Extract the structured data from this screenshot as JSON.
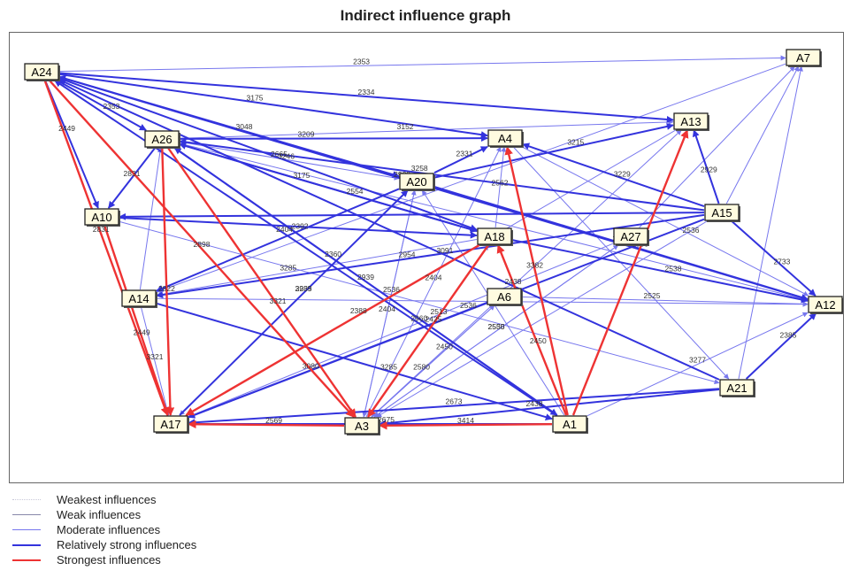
{
  "title": "Indirect influence graph",
  "styles": {
    "weakest": {
      "color": "#c8c8d8",
      "width": 0.8,
      "dash": "2,2"
    },
    "weak": {
      "color": "#8888aa",
      "width": 0.8
    },
    "moderate": {
      "color": "#7777ee",
      "width": 1.0
    },
    "relstrong": {
      "color": "#3333dd",
      "width": 2.0
    },
    "strongest": {
      "color": "#ee3333",
      "width": 2.4
    }
  },
  "legend": [
    {
      "label": "Weakest influences",
      "style": "weakest"
    },
    {
      "label": "Weak influences",
      "style": "weak"
    },
    {
      "label": "Moderate influences",
      "style": "moderate"
    },
    {
      "label": "Relatively strong influences",
      "style": "relstrong"
    },
    {
      "label": "Strongest influences",
      "style": "strongest"
    }
  ],
  "nodes": [
    {
      "id": "A24"
    },
    {
      "id": "A7"
    },
    {
      "id": "A13"
    },
    {
      "id": "A26"
    },
    {
      "id": "A4"
    },
    {
      "id": "A20"
    },
    {
      "id": "A10"
    },
    {
      "id": "A15"
    },
    {
      "id": "A18"
    },
    {
      "id": "A27"
    },
    {
      "id": "A14"
    },
    {
      "id": "A6"
    },
    {
      "id": "A12"
    },
    {
      "id": "A21"
    },
    {
      "id": "A17"
    },
    {
      "id": "A3"
    },
    {
      "id": "A1"
    }
  ],
  "edges": [
    {
      "from": "A24",
      "to": "A7",
      "style": "moderate",
      "label": "2353"
    },
    {
      "from": "A24",
      "to": "A4",
      "style": "relstrong",
      "label": "3175"
    },
    {
      "from": "A24",
      "to": "A13",
      "style": "relstrong",
      "label": "2334"
    },
    {
      "from": "A24",
      "to": "A20",
      "style": "relstrong",
      "label": "3048"
    },
    {
      "from": "A24",
      "to": "A26",
      "style": "relstrong",
      "label": "2353"
    },
    {
      "from": "A24",
      "to": "A10",
      "style": "relstrong",
      "label": "2449"
    },
    {
      "from": "A24",
      "to": "A17",
      "style": "strongest",
      "label": "2831"
    },
    {
      "from": "A24",
      "to": "A3",
      "style": "strongest",
      "label": "2898"
    },
    {
      "from": "A24",
      "to": "A18",
      "style": "relstrong",
      "label": "3246"
    },
    {
      "from": "A24",
      "to": "A12",
      "style": "moderate",
      "label": ""
    },
    {
      "from": "A26",
      "to": "A4",
      "style": "relstrong",
      "label": "3209"
    },
    {
      "from": "A26",
      "to": "A13",
      "style": "moderate",
      "label": "3152"
    },
    {
      "from": "A26",
      "to": "A10",
      "style": "relstrong",
      "label": "2831"
    },
    {
      "from": "A26",
      "to": "A17",
      "style": "strongest",
      "label": "2822"
    },
    {
      "from": "A26",
      "to": "A3",
      "style": "strongest",
      "label": "3321"
    },
    {
      "from": "A26",
      "to": "A18",
      "style": "relstrong",
      "label": "3175"
    },
    {
      "from": "A26",
      "to": "A20",
      "style": "moderate",
      "label": "2665"
    },
    {
      "from": "A26",
      "to": "A1",
      "style": "relstrong",
      "label": "2939"
    },
    {
      "from": "A20",
      "to": "A4",
      "style": "relstrong",
      "label": "2331"
    },
    {
      "from": "A20",
      "to": "A13",
      "style": "relstrong",
      "label": "3215"
    },
    {
      "from": "A20",
      "to": "A14",
      "style": "relstrong",
      "label": "2392"
    },
    {
      "from": "A20",
      "to": "A17",
      "style": "moderate",
      "label": "2939"
    },
    {
      "from": "A20",
      "to": "A12",
      "style": "relstrong",
      "label": "3286"
    },
    {
      "from": "A20",
      "to": "A3",
      "style": "moderate",
      "label": "2404"
    },
    {
      "from": "A10",
      "to": "A17",
      "style": "strongest",
      "label": "2449"
    },
    {
      "from": "A10",
      "to": "A18",
      "style": "relstrong",
      "label": ""
    },
    {
      "from": "A10",
      "to": "A21",
      "style": "moderate",
      "label": ""
    },
    {
      "from": "A14",
      "to": "A17",
      "style": "moderate",
      "label": "3321"
    },
    {
      "from": "A14",
      "to": "A12",
      "style": "moderate",
      "label": "3091"
    },
    {
      "from": "A14",
      "to": "A1",
      "style": "relstrong",
      "label": "3285"
    },
    {
      "from": "A14",
      "to": "A26",
      "style": "moderate",
      "label": ""
    },
    {
      "from": "A15",
      "to": "A4",
      "style": "relstrong",
      "label": "3229"
    },
    {
      "from": "A15",
      "to": "A10",
      "style": "relstrong",
      "label": ""
    },
    {
      "from": "A15",
      "to": "A14",
      "style": "relstrong",
      "label": "2954"
    },
    {
      "from": "A15",
      "to": "A12",
      "style": "relstrong",
      "label": "2733"
    },
    {
      "from": "A15",
      "to": "A13",
      "style": "relstrong",
      "label": "2929"
    },
    {
      "from": "A15",
      "to": "A17",
      "style": "relstrong",
      "label": "2536"
    },
    {
      "from": "A15",
      "to": "A3",
      "style": "moderate",
      "label": ""
    },
    {
      "from": "A15",
      "to": "A26",
      "style": "relstrong",
      "label": "3258"
    },
    {
      "from": "A15",
      "to": "A7",
      "style": "moderate",
      "label": ""
    },
    {
      "from": "A18",
      "to": "A17",
      "style": "strongest",
      "label": "2388"
    },
    {
      "from": "A18",
      "to": "A3",
      "style": "strongest",
      "label": "2425"
    },
    {
      "from": "A18",
      "to": "A4",
      "style": "moderate",
      "label": "2562"
    },
    {
      "from": "A18",
      "to": "A12",
      "style": "relstrong",
      "label": "2538"
    },
    {
      "from": "A18",
      "to": "A14",
      "style": "moderate",
      "label": "3285"
    },
    {
      "from": "A18",
      "to": "A26",
      "style": "relstrong",
      "label": "2554"
    },
    {
      "from": "A27",
      "to": "A17",
      "style": "moderate",
      "label": "2960"
    },
    {
      "from": "A27",
      "to": "A3",
      "style": "moderate",
      "label": "2530"
    },
    {
      "from": "A27",
      "to": "A7",
      "style": "moderate",
      "label": ""
    },
    {
      "from": "A6",
      "to": "A17",
      "style": "relstrong",
      "label": "3080"
    },
    {
      "from": "A6",
      "to": "A3",
      "style": "moderate",
      "label": "2450"
    },
    {
      "from": "A6",
      "to": "A12",
      "style": "moderate",
      "label": "2525"
    },
    {
      "from": "A21",
      "to": "A17",
      "style": "relstrong",
      "label": "2673"
    },
    {
      "from": "A21",
      "to": "A3",
      "style": "relstrong",
      "label": "2438"
    },
    {
      "from": "A21",
      "to": "A12",
      "style": "relstrong",
      "label": "2385"
    },
    {
      "from": "A21",
      "to": "A24",
      "style": "relstrong",
      "label": "3091"
    },
    {
      "from": "A21",
      "to": "A7",
      "style": "moderate",
      "label": ""
    },
    {
      "from": "A1",
      "to": "A3",
      "style": "strongest",
      "label": "3414"
    },
    {
      "from": "A1",
      "to": "A4",
      "style": "strongest",
      "label": "3382"
    },
    {
      "from": "A1",
      "to": "A13",
      "style": "strongest",
      "label": "3080"
    },
    {
      "from": "A1",
      "to": "A18",
      "style": "strongest",
      "label": "2450"
    },
    {
      "from": "A1",
      "to": "A17",
      "style": "relstrong",
      "label": "2675"
    },
    {
      "from": "A1",
      "to": "A12",
      "style": "moderate",
      "label": "3277"
    },
    {
      "from": "A1",
      "to": "A24",
      "style": "relstrong",
      "label": "2404"
    },
    {
      "from": "A1",
      "to": "A26",
      "style": "relstrong",
      "label": "2360"
    },
    {
      "from": "A1",
      "to": "A20",
      "style": "moderate",
      "label": ""
    },
    {
      "from": "A3",
      "to": "A17",
      "style": "strongest",
      "label": "2569"
    },
    {
      "from": "A3",
      "to": "A4",
      "style": "moderate",
      "label": "2404"
    },
    {
      "from": "A3",
      "to": "A20",
      "style": "moderate",
      "label": "2536"
    },
    {
      "from": "A3",
      "to": "A18",
      "style": "moderate",
      "label": "2513"
    },
    {
      "from": "A3",
      "to": "A6",
      "style": "moderate",
      "label": "2580"
    },
    {
      "from": "A3",
      "to": "A13",
      "style": "moderate",
      "label": "2438"
    },
    {
      "from": "A3",
      "to": "A27",
      "style": "moderate",
      "label": "2555"
    },
    {
      "from": "A17",
      "to": "A20",
      "style": "relstrong",
      "label": "3285"
    },
    {
      "from": "A4",
      "to": "A12",
      "style": "moderate",
      "label": "2536"
    },
    {
      "from": "A4",
      "to": "A21",
      "style": "moderate",
      "label": ""
    },
    {
      "from": "A13",
      "to": "A17",
      "style": "moderate",
      "label": ""
    },
    {
      "from": "A7",
      "to": "A14",
      "style": "moderate",
      "label": ""
    },
    {
      "from": "A12",
      "to": "A24",
      "style": "relstrong",
      "label": "2929"
    },
    {
      "from": "A12",
      "to": "A26",
      "style": "moderate",
      "label": ""
    }
  ]
}
